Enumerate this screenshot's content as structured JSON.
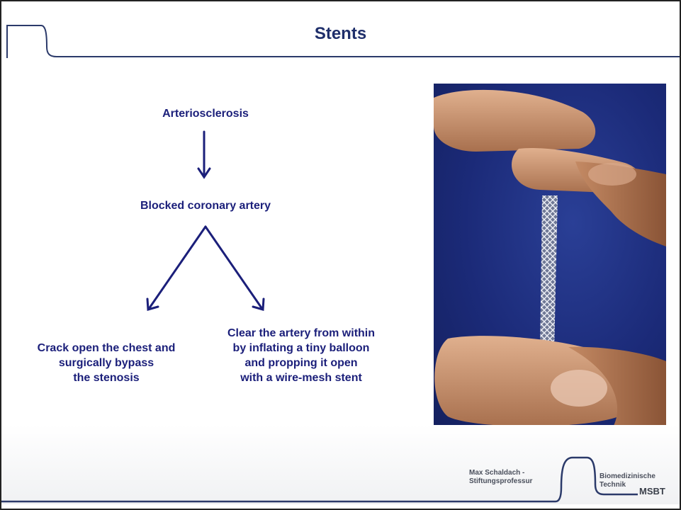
{
  "slide": {
    "title": "Stents"
  },
  "flow": {
    "root": "Arteriosclerosis",
    "middle": "Blocked coronary artery",
    "left_option": [
      "Crack open the chest and",
      "surgically bypass",
      "the stenosis"
    ],
    "right_option": [
      "Clear the artery from within",
      "by inflating a tiny balloon",
      "and propping it open",
      "with a wire-mesh stent"
    ]
  },
  "photo": {
    "subject": "stent held between fingers"
  },
  "footer": {
    "left_logo_line1": "Max Schaldach -",
    "left_logo_line2": "Stiftungsprofessur",
    "right_logo_line1": "Biomedizinische",
    "right_logo_line2": "Technik",
    "abbreviation": "MSBT"
  },
  "colors": {
    "text_primary": "#1b1f7a",
    "title": "#1f2f6b",
    "photo_background": "#1b2a78",
    "frame_line": "#2b3a6a"
  }
}
